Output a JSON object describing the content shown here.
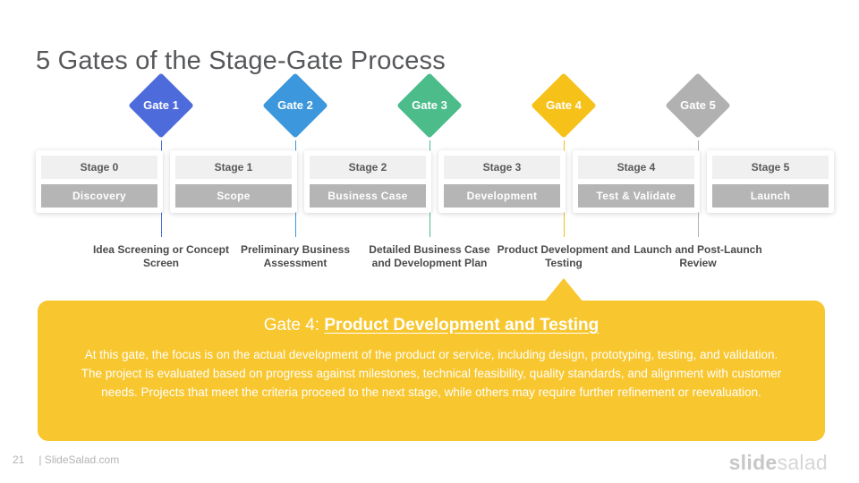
{
  "slide": {
    "title": "5 Gates of the Stage-Gate Process"
  },
  "gates": [
    {
      "label": "Gate 1",
      "color": "#4e6bdc",
      "description": "Idea Screening or Concept Screen"
    },
    {
      "label": "Gate 2",
      "color": "#3d97dc",
      "description": "Preliminary Business Assessment"
    },
    {
      "label": "Gate 3",
      "color": "#4cbc8b",
      "description": "Detailed Business Case and Development Plan"
    },
    {
      "label": "Gate 4",
      "color": "#f6c21a",
      "description": "Product Development and Testing"
    },
    {
      "label": "Gate 5",
      "color": "#b1b1b1",
      "description": "Launch and Post-Launch Review"
    }
  ],
  "stages": [
    {
      "stage": "Stage 0",
      "name": "Discovery"
    },
    {
      "stage": "Stage 1",
      "name": "Scope"
    },
    {
      "stage": "Stage 2",
      "name": "Business Case"
    },
    {
      "stage": "Stage 3",
      "name": "Development"
    },
    {
      "stage": "Stage 4",
      "name": "Test & Validate"
    },
    {
      "stage": "Stage 5",
      "name": "Launch"
    }
  ],
  "callout": {
    "bg_color": "#f8c62e",
    "gate_prefix": "Gate 4: ",
    "gate_title": "Product Development and Testing",
    "body": "At this gate, the focus is on the actual development of the product or service, including design, prototyping, testing, and validation. The project is evaluated based on progress against milestones, technical feasibility, quality standards, and alignment with customer needs. Projects that meet the criteria proceed to the next stage, while others may require further refinement or reevaluation."
  },
  "footer": {
    "page_number": "21",
    "site_label": "| SlideSalad.com",
    "logo_bold": "slide",
    "logo_light": "salad"
  }
}
